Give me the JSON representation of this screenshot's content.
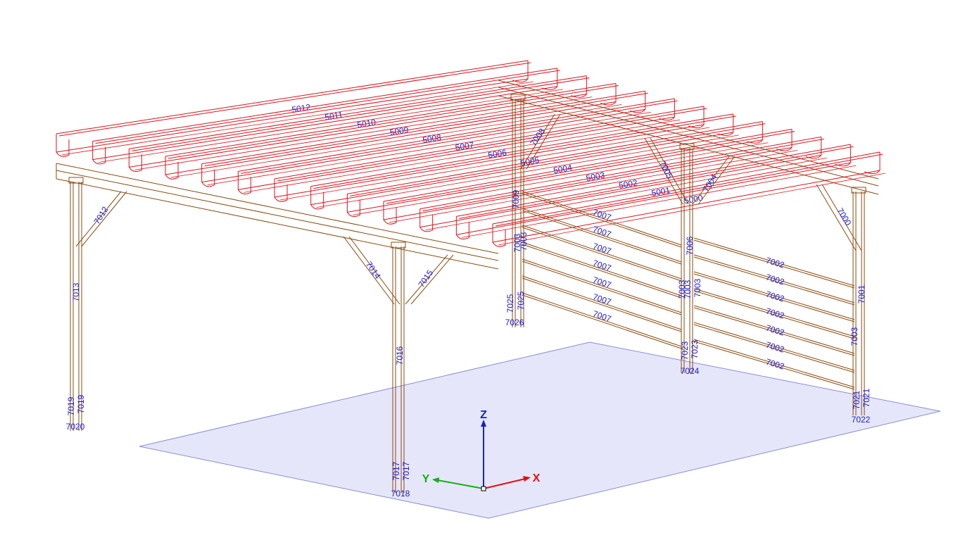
{
  "colors": {
    "background": "#ffffff",
    "rafter_outline": "#e0101a",
    "timber_outline": "#8a4b0f",
    "label_text": "#1b1bd6",
    "ground_fill": "#e6e6fa",
    "ground_stroke": "#8a8fd0",
    "axis_x": "#e01010",
    "axis_y": "#10b010",
    "axis_z": "#1020d0"
  },
  "axes": {
    "x": "X",
    "y": "Y",
    "z": "Z"
  },
  "rafters": [
    "5012",
    "5011",
    "5010",
    "5009",
    "5008",
    "5007",
    "5006",
    "5005",
    "5004",
    "5003",
    "5002",
    "5001",
    "5000"
  ],
  "wall_rails_left": [
    "7007",
    "7007",
    "7007",
    "7007",
    "7007",
    "7007",
    "7007"
  ],
  "wall_rails_right": [
    "7002",
    "7002",
    "7002",
    "7002",
    "7002",
    "7002",
    "7002"
  ],
  "members": {
    "m7000": "7000",
    "m7001": "7001",
    "m7003a": "7003",
    "m7003b": "7003",
    "m7003c": "7003",
    "m7003d": "7003",
    "m7003e": "7003",
    "m7003f": "7003",
    "m7004": "7004",
    "m7005": "7005",
    "m7006": "7006",
    "m7008": "7008",
    "m7009": "7009",
    "m7012": "7012",
    "m7013": "7013",
    "m7014": "7014",
    "m7015": "7015",
    "m7016": "7016",
    "m7017a": "7017",
    "m7017b": "7017",
    "m7018": "7018",
    "m7019a": "7019",
    "m7019b": "7019",
    "m7020": "7020",
    "m7021a": "7021",
    "m7021b": "7021",
    "m7022": "7022",
    "m7023a": "7023",
    "m7023b": "7023",
    "m7024": "7024",
    "m7025a": "7025",
    "m7025b": "7025",
    "m7026": "7026"
  }
}
